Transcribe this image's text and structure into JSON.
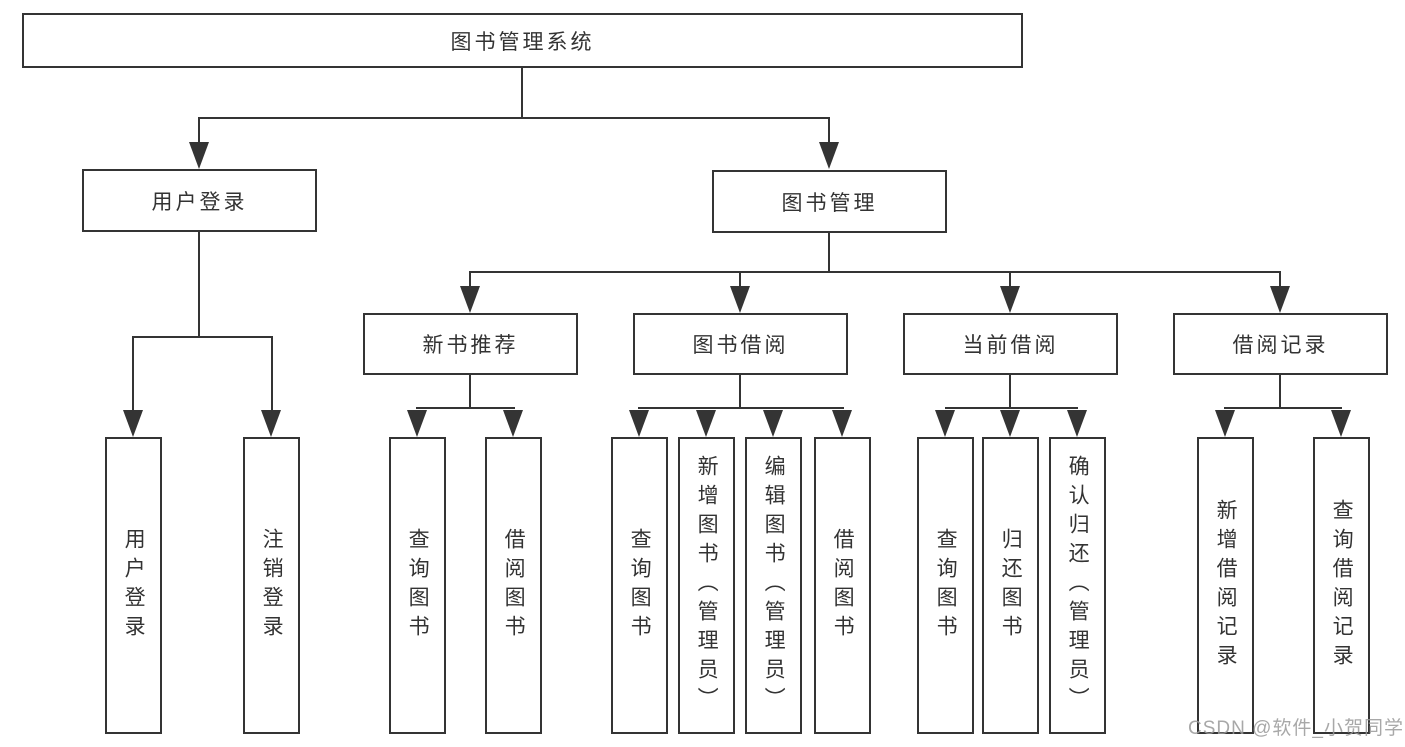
{
  "tree": {
    "label": "图书管理系统",
    "children": [
      {
        "label": "用户登录",
        "children": [
          {
            "label": "用户登录"
          },
          {
            "label": "注销登录"
          }
        ]
      },
      {
        "label": "图书管理",
        "children": [
          {
            "label": "新书推荐",
            "children": [
              {
                "label": "查询图书"
              },
              {
                "label": "借阅图书"
              }
            ]
          },
          {
            "label": "图书借阅",
            "children": [
              {
                "label": "查询图书"
              },
              {
                "label": "新增图书（管理员）"
              },
              {
                "label": "编辑图书（管理员）"
              },
              {
                "label": "借阅图书"
              }
            ]
          },
          {
            "label": "当前借阅",
            "children": [
              {
                "label": "查询图书"
              },
              {
                "label": "归还图书"
              },
              {
                "label": "确认归还（管理员）"
              }
            ]
          },
          {
            "label": "借阅记录",
            "children": [
              {
                "label": "新增借阅记录"
              },
              {
                "label": "查询借阅记录"
              }
            ]
          }
        ]
      }
    ]
  },
  "watermark": {
    "text": "CSDN @软件_小贺同学"
  },
  "colors": {
    "line": "#343434",
    "text": "#333333",
    "box_fill": "#ffffff",
    "background": "#ffffff",
    "watermark": "#9a9a9a"
  }
}
